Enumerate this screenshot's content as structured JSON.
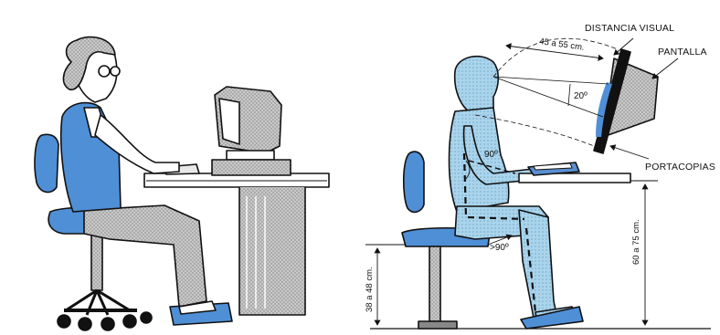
{
  "labels": {
    "visual_distance_title": "DISTANCIA VISUAL",
    "screen": "PANTALLA",
    "copy_holder": "PORTACOPIAS",
    "eye_to_screen_distance": "45 a 55 cm.",
    "gaze_angle": "20º",
    "elbow_angle": "90º",
    "knee_angle": ">90º",
    "desk_height": "60 a 75 cm.",
    "seat_height": "38 a 48 cm."
  },
  "colors": {
    "outline": "#111111",
    "figure_fill": "#a9d4ec",
    "seat_blue": "#4f8fd6",
    "clothing_blue": "#5a8fd0",
    "gray_fill": "#b9b9b9",
    "paper": "#ffffff"
  }
}
